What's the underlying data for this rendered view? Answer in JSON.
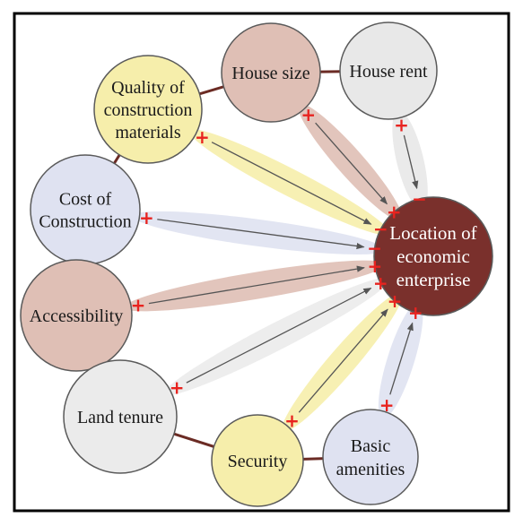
{
  "colors": {
    "connector": "#6b2b24",
    "arrow": "#555555",
    "sign": "#e8231f",
    "node_stroke": "#5a5a5a"
  },
  "nodes": {
    "quality": {
      "lines": [
        "Quality of",
        "construction",
        "materials"
      ],
      "fill": "#f6eeab"
    },
    "house_size": {
      "lines": [
        "House size"
      ],
      "fill": "#dfbfb5"
    },
    "house_rent": {
      "lines": [
        "House rent"
      ],
      "fill": "#e8e8e8"
    },
    "cost": {
      "lines": [
        "Cost of",
        "Construction"
      ],
      "fill": "#dfe2f1"
    },
    "accessibility": {
      "lines": [
        "Accessibility"
      ],
      "fill": "#dfbfb5"
    },
    "land_tenure": {
      "lines": [
        "Land tenure"
      ],
      "fill": "#ebebeb"
    },
    "security": {
      "lines": [
        "Security"
      ],
      "fill": "#f6eeab"
    },
    "basic": {
      "lines": [
        "Basic",
        "amenities"
      ],
      "fill": "#dfe2f1"
    },
    "center": {
      "lines": [
        "Location of",
        "economic",
        "enterprise"
      ],
      "fill": "#7a302c"
    }
  },
  "links": [
    {
      "from": "quality",
      "to": "center",
      "color": "#f6eeab",
      "start_sign": "+",
      "end_sign": "−"
    },
    {
      "from": "house_size",
      "to": "center",
      "color": "#dfbfb5",
      "start_sign": "+",
      "end_sign": "+"
    },
    {
      "from": "house_rent",
      "to": "center",
      "color": "#e8e8e8",
      "start_sign": "+",
      "end_sign": "−"
    },
    {
      "from": "cost",
      "to": "center",
      "color": "#dfe2f1",
      "start_sign": "+",
      "end_sign": "−"
    },
    {
      "from": "accessibility",
      "to": "center",
      "color": "#dfbfb5",
      "start_sign": "+",
      "end_sign": "+"
    },
    {
      "from": "land_tenure",
      "to": "center",
      "color": "#ebebeb",
      "start_sign": "+",
      "end_sign": "+"
    },
    {
      "from": "security",
      "to": "center",
      "color": "#f6eeab",
      "start_sign": "+",
      "end_sign": "+"
    },
    {
      "from": "basic",
      "to": "center",
      "color": "#dfe2f1",
      "start_sign": "+",
      "end_sign": "+"
    }
  ]
}
